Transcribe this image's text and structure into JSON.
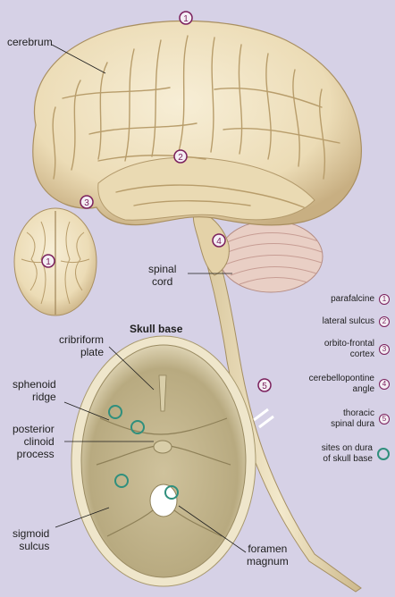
{
  "labels": {
    "cerebrum": "cerebrum",
    "spinal_cord": "spinal\ncord",
    "skull_base": "Skull base",
    "cribriform": "cribriform\nplate",
    "sphenoid": "sphenoid\nridge",
    "posterior_clinoid": "posterior\nclinoid\nprocess",
    "sigmoid": "sigmoid\nsulcus",
    "foramen": "foramen\nmagnum"
  },
  "site_markers": [
    "1",
    "2",
    "3",
    "4",
    "5"
  ],
  "legend": [
    {
      "number": "1",
      "text": "parafalcine"
    },
    {
      "number": "2",
      "text": "lateral sulcus"
    },
    {
      "number": "3",
      "text": "orbito-frontal\ncortex"
    },
    {
      "number": "4",
      "text": "cerebellopontine\nangle"
    },
    {
      "number": "5",
      "text": "thoracic\nspinal dura"
    },
    {
      "number": "",
      "text": "sites on dura\nof skull base"
    }
  ],
  "colors": {
    "background": "#d6d1e6",
    "brain": "#efe3c2",
    "brain_shadow": "#c9b48a",
    "cerebellum": "#e8c8bf",
    "skull": "#c9bd95",
    "marker": "#7a1f5c",
    "ring": "#2f8f7d"
  }
}
